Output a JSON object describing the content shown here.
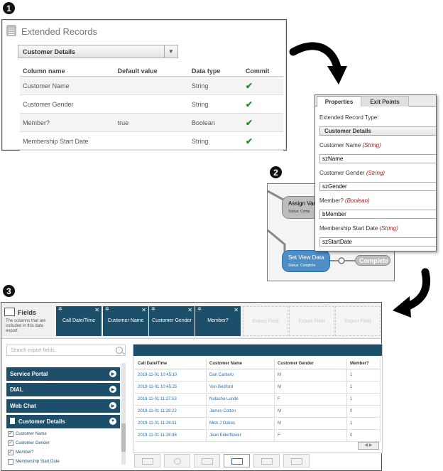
{
  "steps": [
    "1",
    "2",
    "3"
  ],
  "extended_records": {
    "title": "Extended Records",
    "select_value": "Customer Details",
    "columns": [
      "Column name",
      "Default value",
      "Data type",
      "Commit"
    ],
    "rows": [
      {
        "name": "Customer Name",
        "default": "",
        "type": "String",
        "commit": "✔"
      },
      {
        "name": "Customer Gender",
        "default": "",
        "type": "String",
        "commit": "✔"
      },
      {
        "name": "Member?",
        "default": "true",
        "type": "Boolean",
        "commit": "✔"
      },
      {
        "name": "Membership Start Date",
        "default": "",
        "type": "String",
        "commit": "✔"
      }
    ]
  },
  "properties": {
    "tabs": [
      "Properties",
      "Exit Points"
    ],
    "record_type_label": "Extended Record Type:",
    "record_type": "Customer Details",
    "fields": [
      {
        "label": "Customer Name",
        "type": "(String)",
        "value": "szName"
      },
      {
        "label": "Customer Gender",
        "type": "(String)",
        "value": "szGender"
      },
      {
        "label": "Member?",
        "type": "(Boolean)",
        "value": "bMember"
      },
      {
        "label": "Membership Start Date",
        "type": "(String)",
        "value": "szStartDate"
      }
    ]
  },
  "flow": {
    "node1_label": "Assign Vari",
    "node1_status": "Status: Comp",
    "node2_label": "Set View Data",
    "node2_status": "Status: Complete",
    "node3_label": "Complete"
  },
  "export": {
    "title": "Fields",
    "description": "The columns that are included in this data export",
    "slots": [
      {
        "label": "Call Date/Time",
        "filled": true
      },
      {
        "label": "Customer Name",
        "filled": true
      },
      {
        "label": "Customer Gender",
        "filled": true
      },
      {
        "label": "Member?",
        "filled": true
      },
      {
        "label": "Export Field",
        "filled": false
      },
      {
        "label": "Export Field",
        "filled": false
      },
      {
        "label": "Export Field",
        "filled": false
      }
    ],
    "search_placeholder": "Search export fields",
    "categories": [
      "Service Portal",
      "DIAL",
      "Web Chat",
      "Customer Details"
    ],
    "sub_fields": [
      {
        "label": "Customer Name",
        "checked": true
      },
      {
        "label": "Customer Gender",
        "checked": true
      },
      {
        "label": "Member?",
        "checked": true
      },
      {
        "label": "Membership Start Date",
        "checked": false
      }
    ],
    "grid_columns": [
      "Call Date/Time",
      "Customer Name",
      "Customer Gender",
      "Member?"
    ],
    "grid_rows": [
      [
        "2019-11-01 10:45:10",
        "Dan Cantero",
        "M",
        "1"
      ],
      [
        "2019-11-01 10:45:25",
        "Von Bedford",
        "M",
        "1"
      ],
      [
        "2019-11-01 11:27:53",
        "Natasha Lunde",
        "F",
        "1"
      ],
      [
        "2019-11-01 11:28:22",
        "James Cotton",
        "M",
        "0"
      ],
      [
        "2019-11-01 11:28:31",
        "Mick J Oakes",
        "M",
        "1"
      ],
      [
        "2019-11-01 11:28:48",
        "Jean Elderflower",
        "F",
        "0"
      ]
    ]
  },
  "colors": {
    "brand": "#1d4f6a",
    "link": "#2b6fb0",
    "check": "#2b8a2b",
    "type": "#a51b1b"
  }
}
